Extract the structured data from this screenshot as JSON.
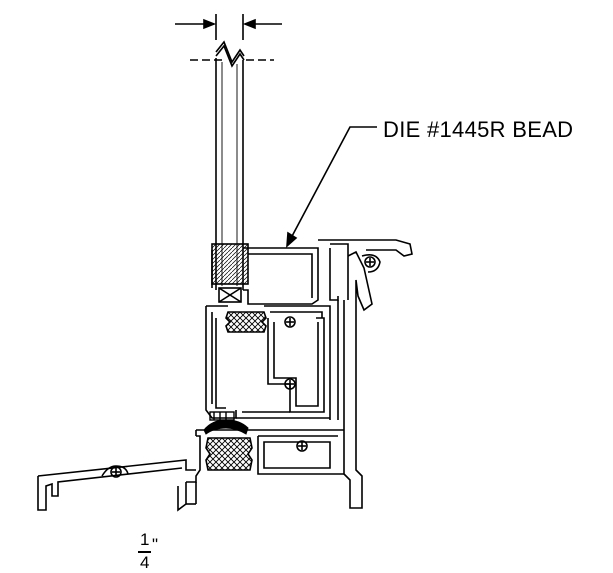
{
  "dimension": {
    "numerator": "1",
    "denominator": "4",
    "unit_mark": "\""
  },
  "callout": {
    "label": "DIE #1445R BEAD"
  },
  "colors": {
    "line": "#000000",
    "background": "#ffffff",
    "hatch": "#000000"
  }
}
